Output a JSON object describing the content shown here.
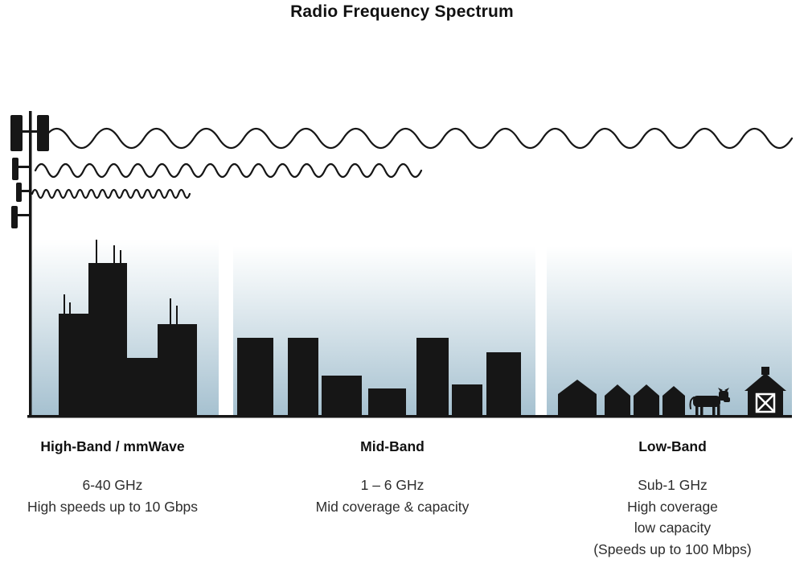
{
  "title": "Radio Frequency Spectrum",
  "bands": [
    {
      "id": "high-band",
      "name": "High-Band / mmWave",
      "lines": [
        "6-40 GHz",
        "High speeds up to 10 Gbps"
      ]
    },
    {
      "id": "mid-band",
      "name": "Mid-Band",
      "lines": [
        "1 – 6 GHz",
        "Mid coverage & capacity"
      ]
    },
    {
      "id": "low-band",
      "name": "Low-Band",
      "lines": [
        "Sub-1 GHz",
        "High coverage",
        "low capacity",
        "(Speeds up to 100 Mbps)"
      ]
    }
  ],
  "graphics": {
    "tower": "cell-tower-icon",
    "waves": [
      {
        "name": "low-frequency-wave",
        "band": "Low-Band"
      },
      {
        "name": "mid-frequency-wave",
        "band": "Mid-Band"
      },
      {
        "name": "high-frequency-wave",
        "band": "High-Band / mmWave"
      }
    ],
    "scenes": [
      "city-skyline",
      "midrise-buildings",
      "rural-houses",
      "cow-icon",
      "barn-icon"
    ]
  },
  "colors": {
    "silhouette": "#161616",
    "sky_gradient_top": "#ffffff",
    "sky_gradient_bottom": "#a6c1d0",
    "background": "#ffffff"
  }
}
